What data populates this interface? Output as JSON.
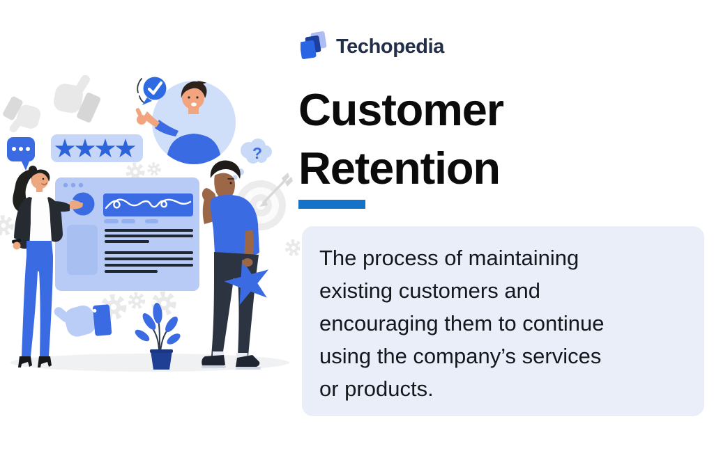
{
  "brand": {
    "logo_text": "Techopedia",
    "logo_text_color": "#232e49",
    "logo_mark_colors": [
      "#adbcf2",
      "#1e3f9e",
      "#2a66e4"
    ]
  },
  "title": {
    "text": "Customer Retention",
    "lines": [
      "Customer",
      "Retention"
    ],
    "text_color": "#0b0b0b",
    "underline_color": "#1473c6"
  },
  "definition": {
    "text": "The process of maintaining existing customers and encouraging them to continue using the company’s services or products.",
    "lines": [
      "The process of maintaining",
      "existing customers and",
      "encouraging them to continue",
      "using the company’s services",
      "or products."
    ],
    "background": "#e9eef9",
    "text_color": "#14171c"
  },
  "illustration": {
    "name": "customer-feedback-scene",
    "question_glyph": "?",
    "rating_stars_filled": 4,
    "colors": {
      "primary_blue": "#3b6be2",
      "badge_blue": "#2e6ae2",
      "light_periwinkle": "#b7cbf6",
      "pale_periwinkle": "#cfdff9",
      "star_blue": "#2d63da",
      "dark_navy_lines": "#1f2730",
      "plant_pot_navy": "#1e3f93",
      "gray_shapes": "#e8e8e8",
      "skin_light": "#eda87f",
      "skin_dark": "#9c6747"
    },
    "elements": [
      "thumbs-down-icon",
      "thumbs-up-icon",
      "speech-bubble-icon",
      "four-star-rating",
      "verified-avatar",
      "check-badge-icon",
      "question-cloud-icon",
      "browser-window",
      "pie-chart",
      "squiggle-line-chart",
      "text-lines",
      "target-arrow-icon",
      "star-icon",
      "plant",
      "gear-icons",
      "woman-pointing",
      "man-thinking",
      "blue-thumbs-up-icon"
    ]
  }
}
